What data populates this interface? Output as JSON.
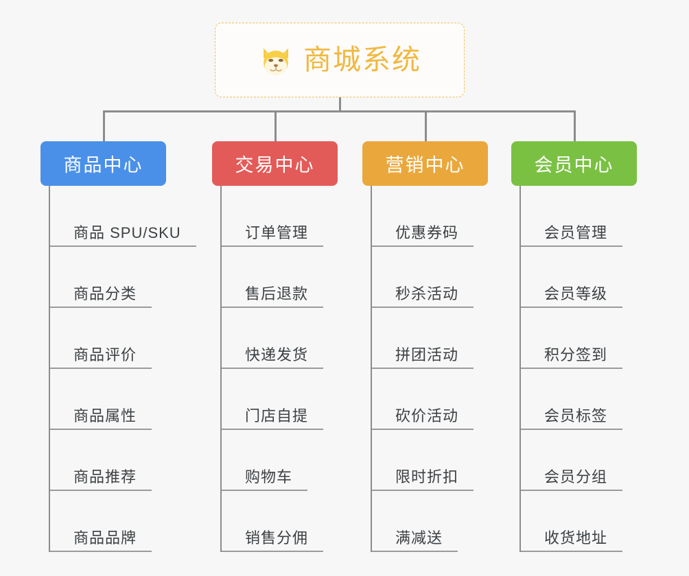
{
  "canvas": {
    "background": "#f7f7f7",
    "connector_color": "#8c8c8c"
  },
  "root": {
    "title": "商城系统",
    "icon": "shiba-dog-face-icon",
    "text_color": "#f0b840",
    "border_color": "#f1c152",
    "background": "#fdfcfb"
  },
  "branches": [
    {
      "label": "商品中心",
      "color": "#4a90e8",
      "items": [
        "商品 SPU/SKU",
        "商品分类",
        "商品评价",
        "商品属性",
        "商品推荐",
        "商品品牌"
      ]
    },
    {
      "label": "交易中心",
      "color": "#e35b58",
      "items": [
        "订单管理",
        "售后退款",
        "快递发货",
        "门店自提",
        "购物车",
        "销售分佣"
      ]
    },
    {
      "label": "营销中心",
      "color": "#eaa83c",
      "items": [
        "优惠券码",
        "秒杀活动",
        "拼团活动",
        "砍价活动",
        "限时折扣",
        "满减送"
      ]
    },
    {
      "label": "会员中心",
      "color": "#7ac143",
      "items": [
        "会员管理",
        "会员等级",
        "积分签到",
        "会员标签",
        "会员分组",
        "收货地址"
      ]
    }
  ]
}
